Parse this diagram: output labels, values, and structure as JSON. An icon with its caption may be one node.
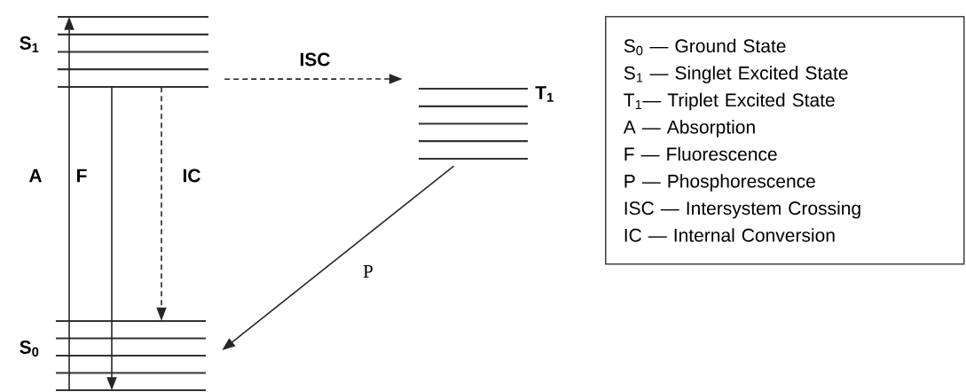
{
  "diagram": {
    "nodes": [
      {
        "text": [
          "S$_{1}$"
        ]
      },
      {
        "text": [
          "T$_{1}$"
        ]
      },
      {
        "text": [
          "S$_{0}$"
        ]
      },
      {
        "text": [
          "S$_{0}$ — Ground State",
          "S$_{1}$ — Singlet Excited State",
          "T$_{1}$— Triplet Excited State",
          "A — Absorption",
          "F — Fluorescence",
          "P — Phosphorescence",
          "ISC — Intersystem Crossing",
          "IC — Internal Conversion"
        ]
      }
    ],
    "edges": [
      {
        "from": 2,
        "to": 0,
        "arrow": "to",
        "label": "A"
      },
      {
        "from": 0,
        "to": 2,
        "arrow": "to",
        "label": "F"
      },
      {
        "from": 0,
        "to": 2,
        "arrow": "to",
        "label": "IC",
        "style": "dashed"
      },
      {
        "from": 0,
        "to": 1,
        "arrow": "to",
        "label": "ISC",
        "style": "dashed"
      },
      {
        "from": 1,
        "to": 2,
        "arrow": "to",
        "label": "P"
      }
    ]
  }
}
